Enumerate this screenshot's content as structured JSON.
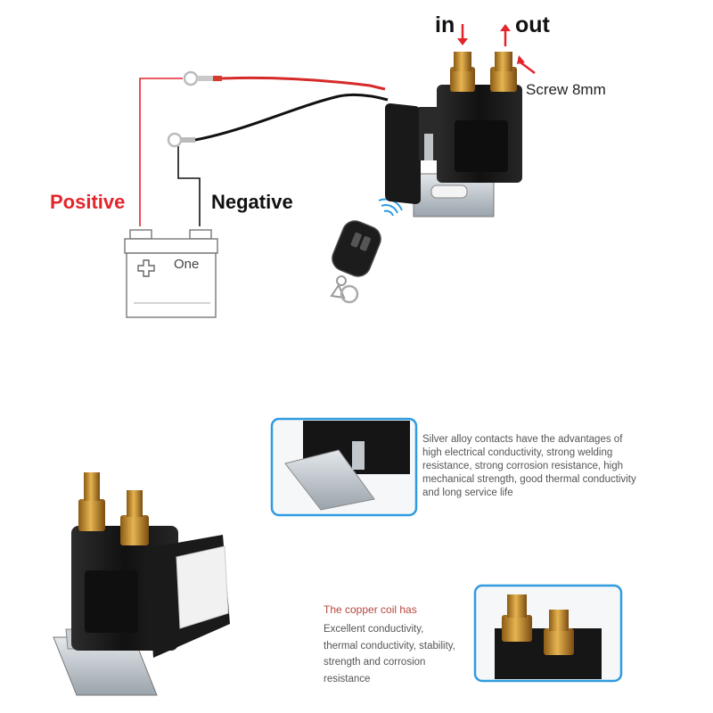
{
  "wiring": {
    "in_label": "in",
    "out_label": "out",
    "screw_label": "Screw 8mm",
    "positive_label": "Positive",
    "negative_label": "Negative",
    "battery_label": "One"
  },
  "features": {
    "contacts_text": "Silver alloy contacts have the advantages of high electrical conductivity, strong welding resistance, strong corrosion resistance, high mechanical strength, good thermal conductivity and long service life",
    "coil_title": "The copper coil has",
    "coil_text": "Excellent conductivity, thermal conductivity, stability, strength and corrosion resistance"
  },
  "colors": {
    "positive": "#e3242b",
    "frame_blue": "#2f9be0",
    "relay_body": "#1e1e1e",
    "terminal_brass": "#c9962f",
    "wire_black": "#111111"
  }
}
